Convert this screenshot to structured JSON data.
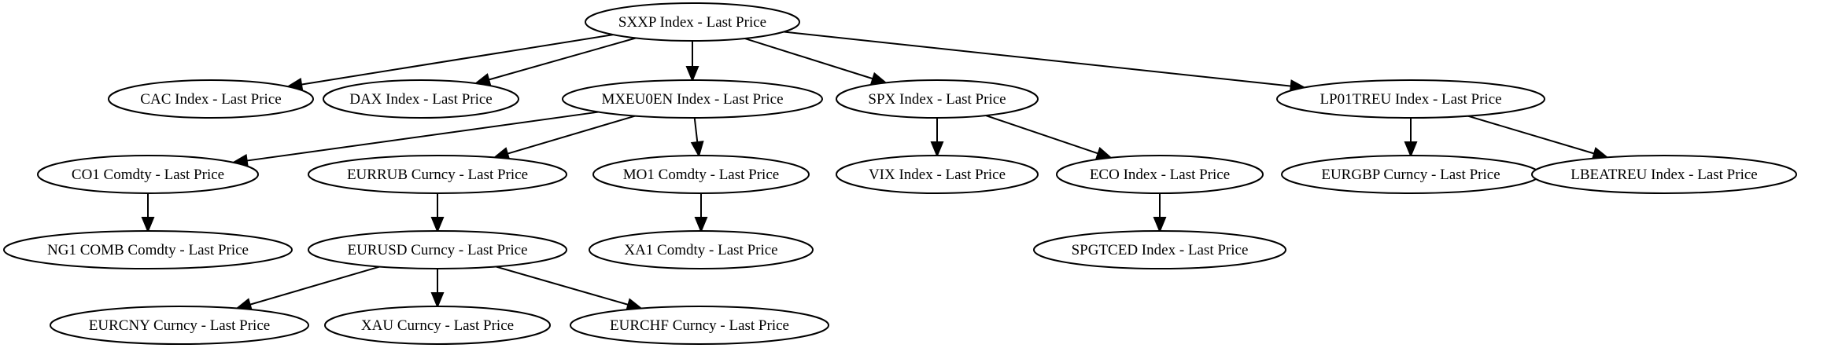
{
  "nodes": [
    {
      "id": "sxxp",
      "label": "SXXP Index - Last Price"
    },
    {
      "id": "cac",
      "label": "CAC Index - Last Price"
    },
    {
      "id": "dax",
      "label": "DAX Index - Last Price"
    },
    {
      "id": "mxeu0en",
      "label": "MXEU0EN Index - Last Price"
    },
    {
      "id": "spx",
      "label": "SPX Index - Last Price"
    },
    {
      "id": "lp01treu",
      "label": "LP01TREU Index - Last Price"
    },
    {
      "id": "co1",
      "label": "CO1 Comdty - Last Price"
    },
    {
      "id": "eurrub",
      "label": "EURRUB Curncy - Last Price"
    },
    {
      "id": "mo1",
      "label": "MO1 Comdty - Last Price"
    },
    {
      "id": "vix",
      "label": "VIX Index - Last Price"
    },
    {
      "id": "eco",
      "label": "ECO Index - Last Price"
    },
    {
      "id": "eurgbp",
      "label": "EURGBP Curncy - Last Price"
    },
    {
      "id": "lbeatreu",
      "label": "LBEATREU Index - Last Price"
    },
    {
      "id": "ng1",
      "label": "NG1 COMB Comdty - Last Price"
    },
    {
      "id": "eurusd",
      "label": "EURUSD Curncy - Last Price"
    },
    {
      "id": "xa1",
      "label": "XA1 Comdty - Last Price"
    },
    {
      "id": "spgtced",
      "label": "SPGTCED Index - Last Price"
    },
    {
      "id": "eurcny",
      "label": "EURCNY Curncy - Last Price"
    },
    {
      "id": "xau",
      "label": "XAU Curncy - Last Price"
    },
    {
      "id": "eurchf",
      "label": "EURCHF Curncy - Last Price"
    }
  ],
  "edges": [
    {
      "from": "sxxp",
      "to": "cac"
    },
    {
      "from": "sxxp",
      "to": "dax"
    },
    {
      "from": "sxxp",
      "to": "mxeu0en"
    },
    {
      "from": "sxxp",
      "to": "spx"
    },
    {
      "from": "sxxp",
      "to": "lp01treu"
    },
    {
      "from": "mxeu0en",
      "to": "co1"
    },
    {
      "from": "mxeu0en",
      "to": "eurrub"
    },
    {
      "from": "mxeu0en",
      "to": "mo1"
    },
    {
      "from": "spx",
      "to": "vix"
    },
    {
      "from": "spx",
      "to": "eco"
    },
    {
      "from": "lp01treu",
      "to": "eurgbp"
    },
    {
      "from": "lp01treu",
      "to": "lbeatreu"
    },
    {
      "from": "co1",
      "to": "ng1"
    },
    {
      "from": "eurrub",
      "to": "eurusd"
    },
    {
      "from": "mo1",
      "to": "xa1"
    },
    {
      "from": "eco",
      "to": "spgtced"
    },
    {
      "from": "eurusd",
      "to": "eurcny"
    },
    {
      "from": "eurusd",
      "to": "xau"
    },
    {
      "from": "eurusd",
      "to": "eurchf"
    }
  ]
}
